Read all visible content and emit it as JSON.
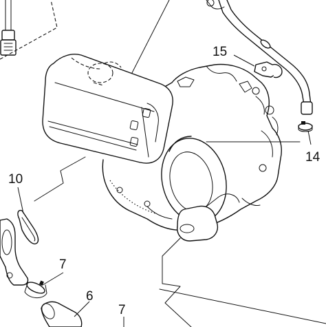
{
  "callouts": {
    "part_15": "15",
    "part_14": "14",
    "part_10": "10",
    "part_7_upper": "7",
    "part_6": "6",
    "part_7_lower": "7"
  }
}
